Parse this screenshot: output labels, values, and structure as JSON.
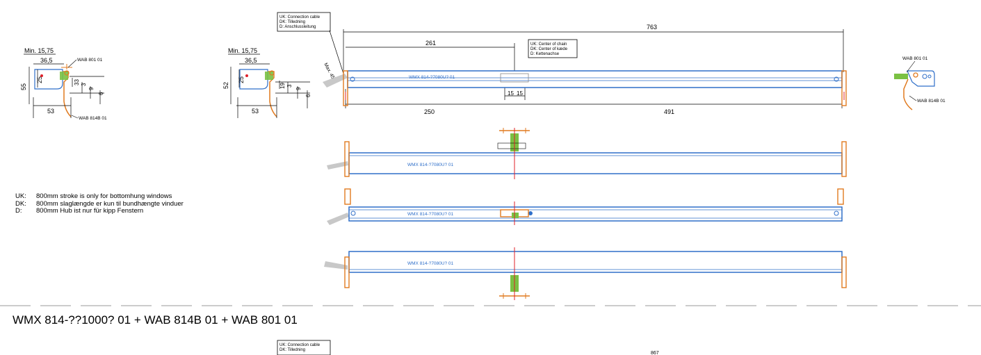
{
  "part_labels": {
    "wab801": "WAB 801 01",
    "wab814b": "WAB 814B 01",
    "actuator": "WMX 814-?7080U? 01"
  },
  "bracket_left": {
    "min": "Min. 15,75",
    "d365": "36,5",
    "d55": "55",
    "d25": "25",
    "d33": "33",
    "d3": "3",
    "d9": "9",
    "d6": "6",
    "d53": "53"
  },
  "bracket_mid": {
    "min": "Min. 15,75",
    "d365": "36,5",
    "d52": "52",
    "d25": "25",
    "d19": "19",
    "d3": "3",
    "d9": "9",
    "d6": "6",
    "d53": "53"
  },
  "callout_cable": {
    "uk": "UK: Connection cable",
    "dk": "DK: Tilledning",
    "d": "D:  Anschlussleitung"
  },
  "callout_chain": {
    "uk": "UK: Center of chain",
    "dk": "DK: Center of kæde",
    "d": "D:   Kettenachse"
  },
  "main_dims": {
    "total": "763",
    "left": "261",
    "bottom_left": "250",
    "bottom_right": "491",
    "c1": "15",
    "c2": "15",
    "max": "Max. 45"
  },
  "note": {
    "uk_lang": "UK:",
    "uk": "800mm stroke is only for bottomhung windows",
    "dk_lang": "DK:",
    "dk": "800mm slaglængde er kun til bundhængte vinduer",
    "d_lang": "D:",
    "d": "800mm Hub ist nur für kipp Fenstern"
  },
  "section_heading": "WMX 814-??1000? 01 + WAB 814B 01 + WAB 801 01",
  "bottom_fragment": {
    "callout_uk": "UK: Connection cable",
    "callout_dk": "DK: Tilledning",
    "dim": "867"
  },
  "colors": {
    "actuator": "#2f6fc9",
    "bracket": "#e07a1f",
    "bracket_green": "#7ac143",
    "center_line": "#e0202a",
    "cable": "#c8c8c8",
    "dim": "#000000"
  }
}
